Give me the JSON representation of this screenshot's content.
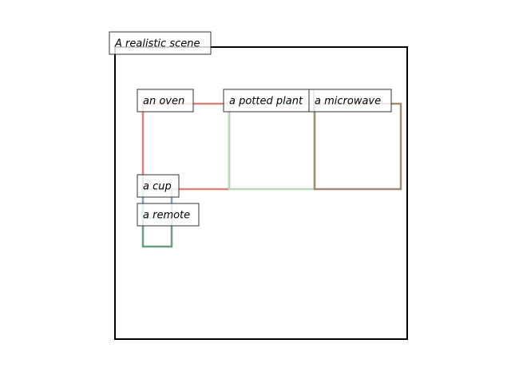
{
  "scene": {
    "title": "A realistic scene",
    "frame_color": "#000000",
    "label_border_color": "#333333",
    "objects": [
      {
        "label": "an oven",
        "color": "#d4847a"
      },
      {
        "label": "a potted plant",
        "color": "#b6dcb6"
      },
      {
        "label": "a microwave",
        "color": "#a48a72"
      },
      {
        "label": "a cup",
        "color": "#7ca8b8"
      },
      {
        "label": "a remote",
        "color": "#6e9c80"
      }
    ]
  }
}
